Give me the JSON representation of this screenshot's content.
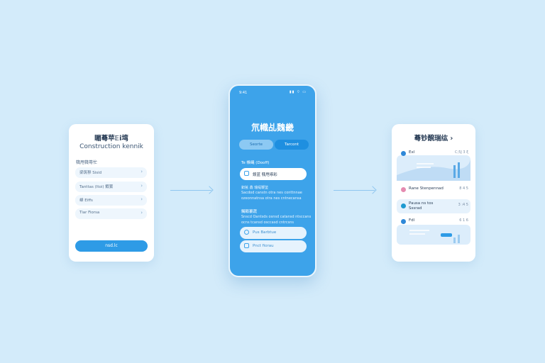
{
  "left_card": {
    "title": "睸蕚苹𝔼ⅰ塆",
    "subtitle": "Construction kennik",
    "section_label": "篯甩篯蕚忙",
    "rows": [
      {
        "label": "梁筑穆 Sisid"
      },
      {
        "label": "Tanttas (Itoi) 鰕蔂"
      },
      {
        "label": "嵊 Eiffs"
      },
      {
        "label": "Tiar Fiorsa"
      }
    ],
    "button_label": "nsd.lc"
  },
  "phone": {
    "status_time": "9:41",
    "status_icons": "▮▮ ⌔ ▭",
    "title": "氘幟乩魏畿",
    "tabs": [
      "Seorte",
      "Tarcont"
    ],
    "section1": "Te 帳绳 (Dooff)",
    "field1": "鎍蓝 篯甩塨彩",
    "text_lines": [
      "鈤瓮 鑫 瑞缇鞭鉴",
      "Sacdod canstn otra nes conttnnae",
      "ozeonnatnsa otra nes cntnecansa"
    ],
    "section2": "觸賴纂蔬",
    "text_lines2": [
      "Snscd Oantsds osnsd catansd ntsccans",
      "ocns tcansd osccasd cntrcsns"
    ],
    "field2": "Pus Barbtue",
    "field3": "Pnct fiorau"
  },
  "right_card": {
    "title": "蕚钞醗瑞纮 ›",
    "items": [
      {
        "label": "Exl",
        "value": "C;5J 3 ξ"
      },
      {
        "label": "Rane Stenpennad",
        "value": "8 4 5"
      },
      {
        "label": "Pausa ns tos Sssrad",
        "value": "3 :4 5"
      },
      {
        "label": "Fdl",
        "value": "6 1 6"
      }
    ]
  },
  "colors": {
    "background": "#d3ebfa",
    "accent": "#2e9be6",
    "phone": "#3da3ea"
  }
}
